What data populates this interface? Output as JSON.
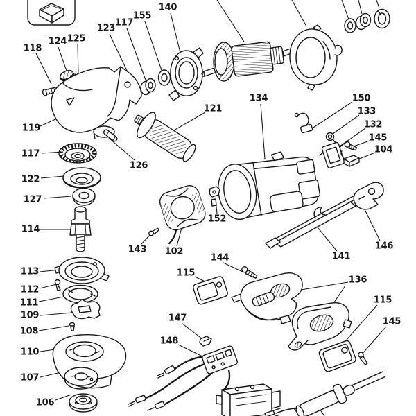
{
  "colors": {
    "background": "#ffffff",
    "ink": "#161616"
  },
  "legend": {
    "icon": "cube-icon"
  },
  "diagram": {
    "kind": "exploded-parts-diagram",
    "labels": [
      {
        "text": "118"
      },
      {
        "text": "124"
      },
      {
        "text": "125"
      },
      {
        "text": "123"
      },
      {
        "text": "117"
      },
      {
        "text": "155"
      },
      {
        "text": "140"
      },
      {
        "text": "119"
      },
      {
        "text": "117"
      },
      {
        "text": "122"
      },
      {
        "text": "127"
      },
      {
        "text": "121"
      },
      {
        "text": "126"
      },
      {
        "text": "134"
      },
      {
        "text": "150"
      },
      {
        "text": "133"
      },
      {
        "text": "132"
      },
      {
        "text": "145"
      },
      {
        "text": "104"
      },
      {
        "text": "114"
      },
      {
        "text": "143"
      },
      {
        "text": "102"
      },
      {
        "text": "152"
      },
      {
        "text": "141"
      },
      {
        "text": "146"
      },
      {
        "text": "113"
      },
      {
        "text": "112"
      },
      {
        "text": "111"
      },
      {
        "text": "109"
      },
      {
        "text": "108"
      },
      {
        "text": "110"
      },
      {
        "text": "107"
      },
      {
        "text": "106"
      },
      {
        "text": "144"
      },
      {
        "text": "115"
      },
      {
        "text": "136"
      },
      {
        "text": "115"
      },
      {
        "text": "145"
      },
      {
        "text": "147"
      },
      {
        "text": "148"
      }
    ]
  }
}
